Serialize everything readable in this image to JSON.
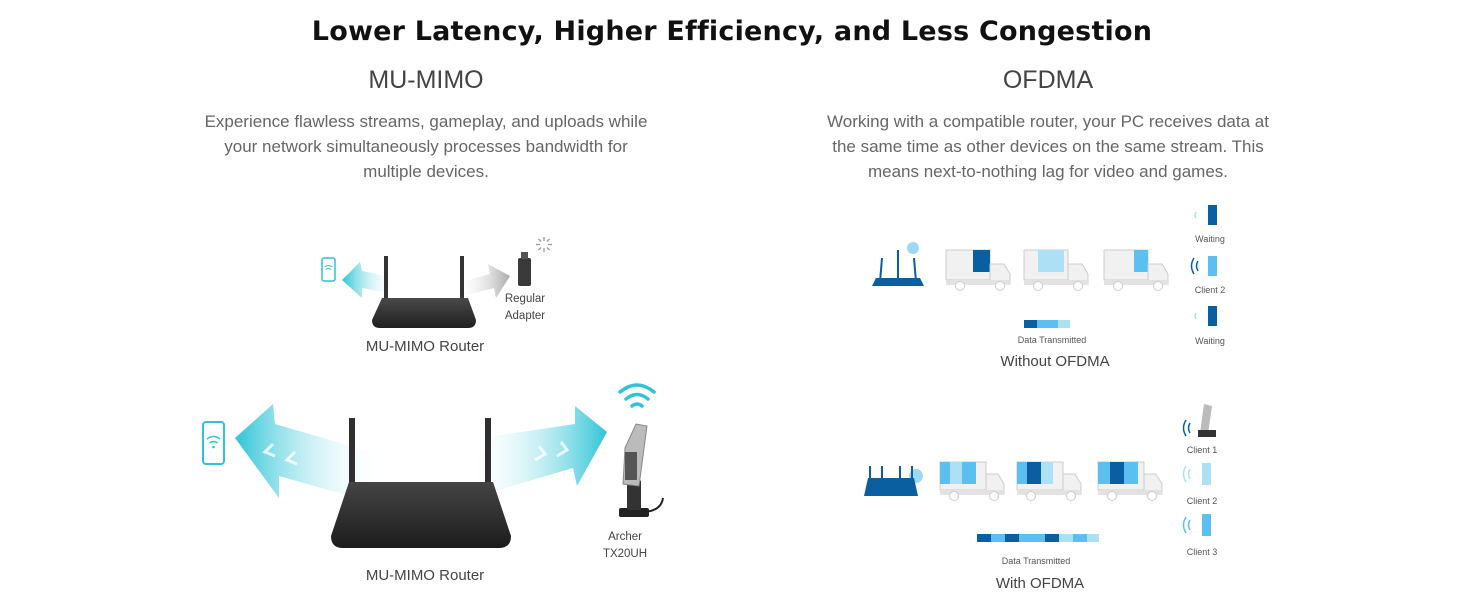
{
  "headline": "Lower Latency, Higher Efficiency, and Less Congestion",
  "mu_mimo": {
    "title": "MU-MIMO",
    "description_lines": [
      "Experience flawless streams, gameplay, and uploads while",
      "your network simultaneously processes bandwidth for",
      "multiple devices."
    ],
    "top_diagram": {
      "adapter_label_1": "Regular",
      "adapter_label_2": "Adapter",
      "router_caption": "MU-MIMO Router"
    },
    "bottom_diagram": {
      "adapter_label_1": "Archer",
      "adapter_label_2": "TX20UH",
      "router_caption": "MU-MIMO Router"
    }
  },
  "ofdma": {
    "title": "OFDMA",
    "description_lines": [
      "Working with a compatible router, your PC receives data at",
      "the same time as other devices on the same stream. This",
      "means next-to-nothing lag for video and games."
    ],
    "without": {
      "clients": [
        "Waiting",
        "Client 2",
        "Waiting"
      ],
      "data_label": "Data Transmitted",
      "caption": "Without OFDMA"
    },
    "with": {
      "clients": [
        "Client 1",
        "Client 2",
        "Client 3"
      ],
      "data_label": "Data Transmitted",
      "caption": "With OFDMA"
    }
  },
  "colors": {
    "accent_cyan": "#2ec4d6",
    "dark_blue": "#0a5fa0",
    "light_blue": "#5bc0f0",
    "router": "#2e2e2e"
  },
  "icons": [
    "phone-wifi-icon",
    "usb-adapter-icon",
    "loading-spinner-icon",
    "wifi-icon",
    "router-icon",
    "truck-icon",
    "signal-waves-icon"
  ]
}
